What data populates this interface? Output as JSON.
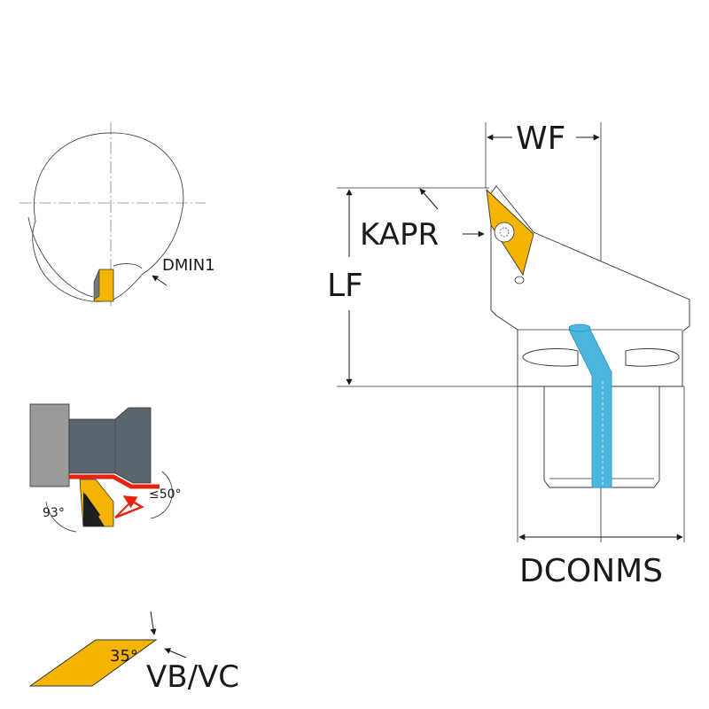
{
  "labels": {
    "wf": "WF",
    "kapr": "KAPR",
    "lf": "LF",
    "dconms": "DCONMS",
    "dmin1": "DMIN1",
    "angle_93": "93°",
    "angle_max50": "≤50°",
    "insert_angle": "35°",
    "insert_type": "VB/VC"
  },
  "colors": {
    "insert_yellow": "#f4b400",
    "coolant_blue": "#4bb6de",
    "body_gray": "#5a666e",
    "clamp_gray": "#9a9a9a",
    "warning_red": "#e42313",
    "outline": "#333333"
  },
  "icons": {
    "screw": "torx-screw-icon"
  }
}
